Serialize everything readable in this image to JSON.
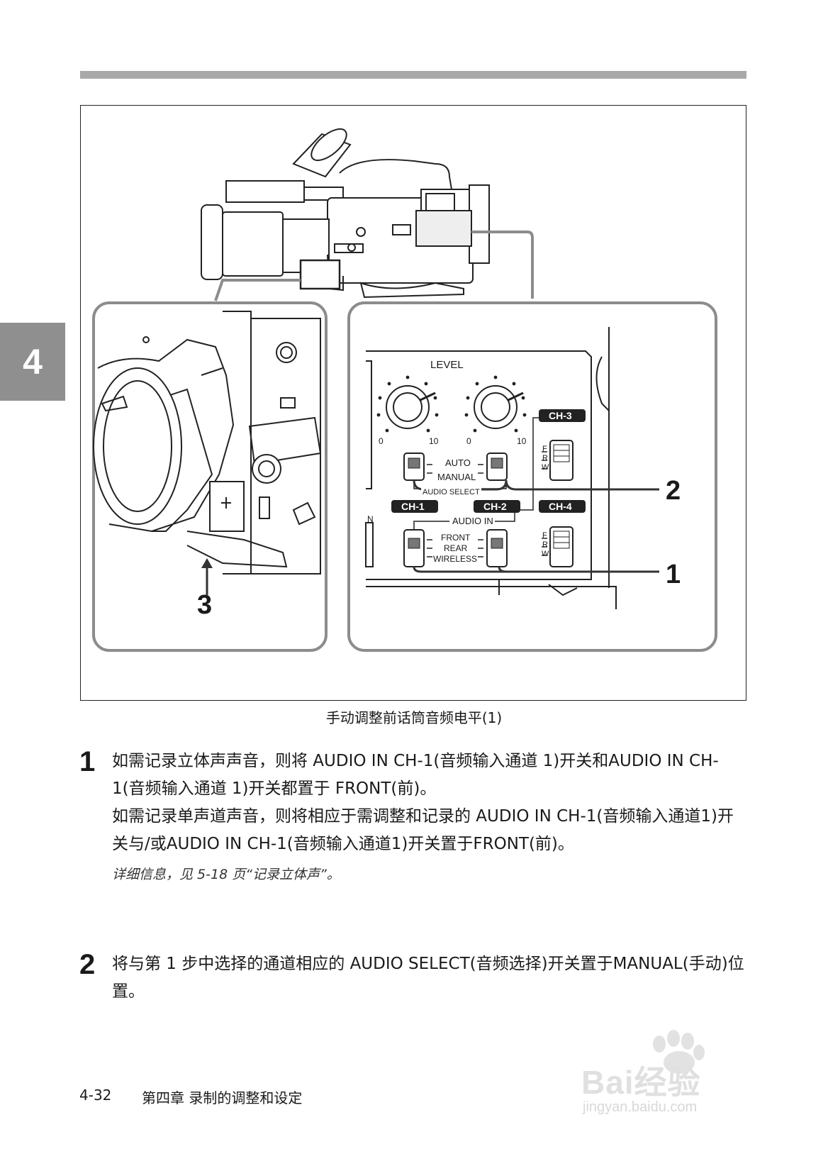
{
  "chapter_tab": "4",
  "figure": {
    "caption": "手动调整前话筒音频电平(1)",
    "callouts": [
      "1",
      "2",
      "3"
    ],
    "panel_labels": {
      "level": "LEVEL",
      "dial_min": "0",
      "dial_max": "10",
      "auto": "AUTO",
      "manual": "MANUAL",
      "audio_select": "AUDIO SELECT",
      "audio_in": "AUDIO IN",
      "front": "FRONT",
      "rear": "REAR",
      "wireless": "WIRELESS",
      "ch1": "CH-1",
      "ch2": "CH-2",
      "ch3": "CH-3",
      "ch4": "CH-4",
      "f": "F",
      "r": "R",
      "w": "W",
      "n": "N"
    }
  },
  "steps": [
    {
      "number": "1",
      "paragraphs": [
        "如需记录立体声声音，则将 AUDIO IN CH-1(音频输入通道 1)开关和AUDIO IN CH-1(音频输入通道 1)开关都置于 FRONT(前)。",
        "如需记录单声道声音，则将相应于需调整和记录的 AUDIO IN CH-1(音频输入通道1)开关与/或AUDIO IN CH-1(音频输入通道1)开关置于FRONT(前)。"
      ],
      "note": "详细信息，见 5-18 页“记录立体声”。"
    },
    {
      "number": "2",
      "paragraphs": [
        "将与第 1 步中选择的通道相应的 AUDIO SELECT(音频选择)开关置于MANUAL(手动)位置。"
      ]
    }
  ],
  "footer": {
    "page_number": "4-32",
    "chapter_title": "第四章  录制的调整和设定"
  },
  "watermark": {
    "brand": "Bai经验",
    "url": "jingyan.baidu.com"
  }
}
